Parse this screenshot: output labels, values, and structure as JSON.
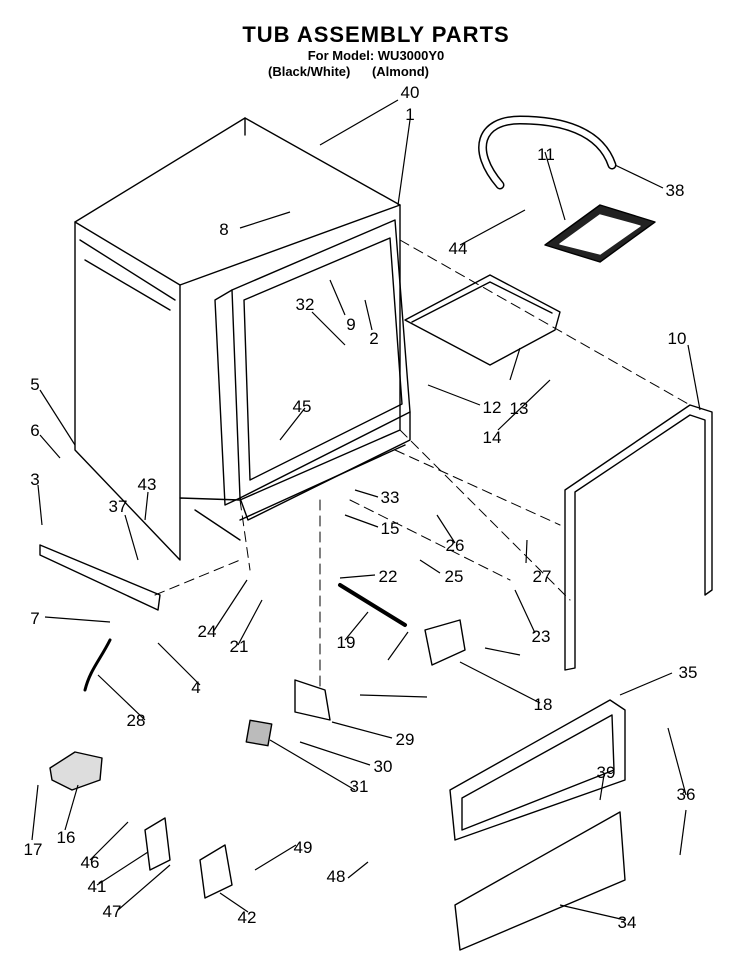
{
  "header": {
    "title": "TUB ASSEMBLY PARTS",
    "model_line": "For Model: WU3000Y0",
    "variants": [
      "(Black/White)",
      "(Almond)"
    ]
  },
  "part_numbers": [
    "40",
    "1",
    "8",
    "9",
    "2",
    "32",
    "11",
    "38",
    "44",
    "10",
    "13",
    "12",
    "14",
    "45",
    "5",
    "6",
    "3",
    "43",
    "37",
    "33",
    "15",
    "26",
    "27",
    "22",
    "25",
    "23",
    "7",
    "24",
    "21",
    "19",
    "18",
    "4",
    "28",
    "35",
    "29",
    "30",
    "31",
    "39",
    "36",
    "17",
    "16",
    "46",
    "49",
    "41",
    "48",
    "47",
    "42",
    "34"
  ]
}
